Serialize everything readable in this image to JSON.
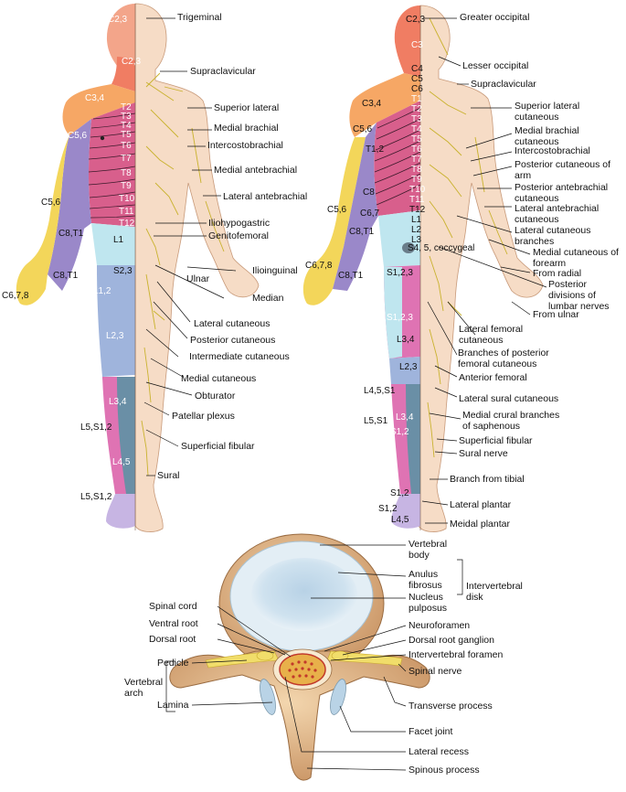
{
  "front_labels": [
    "Trigeminal",
    "Supraclavicular",
    "Superior lateral",
    "Medial brachial",
    "Intercostobrachial",
    "Medial antebrachial",
    "Lateral antebrachial",
    "Iliohypogastric",
    "Genitofemoral",
    "Ilioinguinal",
    "Ulnar",
    "Median",
    "Lateral cutaneous",
    "Posterior cutaneous",
    "Intermediate cutaneous",
    "Medial cutaneous",
    "Obturator",
    "Patellar plexus",
    "Superficial fibular",
    "Sural"
  ],
  "front_segments": [
    "C2,3",
    "C2,3",
    "C3,4",
    "C5,6",
    "T2",
    "T3",
    "T4",
    "T5",
    "T6",
    "T7",
    "T8",
    "T9",
    "T10",
    "T11",
    "T12",
    "L1",
    "C5,6",
    "C8,T1",
    "C8,T1",
    "C6,7,8",
    "S2,3",
    "L1,2",
    "L2,3",
    "L3,4",
    "L5,S1,2",
    "L4,5",
    "L5,S1,2"
  ],
  "back_labels": [
    "Greater occipital",
    "Lesser occipital",
    "Supraclavicular",
    "Superior lateral cutaneous",
    "Medial brachial cutaneous",
    "Intercostobrachial",
    "Posterior cutaneous of arm",
    "Posterior antebrachial cutaneous",
    "Lateral antebrachial cutaneous",
    "Lateral cutaneous branches",
    "Medial cutaneous of forearm",
    "From radial",
    "Posterior divisions of lumbar nerves",
    "From ulnar",
    "Lateral femoral cutaneous",
    "Branches of posterior femoral cutaneous",
    "Anterior femoral",
    "Lateral sural cutaneous",
    "Medial crural branches of saphenous",
    "Superficial fibular",
    "Sural nerve",
    "Branch from tibial",
    "Lateral plantar",
    "Meidal plantar"
  ],
  "back_segments": [
    "C2,3",
    "C3",
    "C4",
    "C5",
    "C6",
    "C3,4",
    "T1",
    "T2",
    "T3",
    "T4",
    "T5",
    "T6",
    "T7",
    "T8",
    "T9",
    "T10",
    "T11",
    "T12",
    "L1",
    "L2",
    "L3",
    "C5,6",
    "T1,2",
    "C8",
    "C6,7",
    "C5,6",
    "C8,T1",
    "C6,7,8",
    "C8,T1",
    "S4, 5, coccygeal",
    "S1,2,3",
    "S1,2,3",
    "L3,4",
    "L2,3",
    "L4,5,S1",
    "L3,4",
    "L5,S1",
    "S1,2",
    "S1,2",
    "S1,2",
    "L4,5"
  ],
  "spine_labels": {
    "vertebral_body": "Vertebral body",
    "anulus_fibrosus": "Anulus fibrosus",
    "nucleus_pulposus": "Nucleus pulposus",
    "intervertebral_disk": "Intervertebral disk",
    "spinal_cord": "Spinal cord",
    "ventral_root": "Ventral root",
    "dorsal_root": "Dorsal root",
    "neuroforamen": "Neuroforamen",
    "dorsal_root_ganglion": "Dorsal root ganglion",
    "intervertebral_foramen": "Intervertebral foramen",
    "pedicle": "Pedicle",
    "vertebral_arch": "Vertebral arch",
    "lamina": "Lamina",
    "spinal_nerve": "Spinal nerve",
    "transverse_process": "Transverse process",
    "facet_joint": "Facet joint",
    "lateral_recess": "Lateral recess",
    "spinous_process": "Spinous process"
  },
  "colors": {
    "skin": "#f6dcc6",
    "skin_edge": "#c89a7a",
    "nerve": "#c9b22e",
    "face": "#f3a58a",
    "neck": "#f07d63",
    "shoulder": "#f6a765",
    "thoracic": "#d85f8c",
    "arm_yellow": "#f3d65a",
    "arm_purple": "#9a88c9",
    "lumbar_cyan": "#bfe6ef",
    "thigh_blue": "#9fb4dc",
    "shin_slate": "#6a8fa6",
    "pink": "#df73b3",
    "lavender": "#c7b5e3",
    "bone": "#e3b883",
    "bone_dark": "#b5865a",
    "disk_outer": "#d7e8f2",
    "disk_inner": "#b9d3e6",
    "nerve_yellow": "#f1dd6a",
    "cord": "#e8b04a",
    "cord_red": "#c2392b"
  }
}
